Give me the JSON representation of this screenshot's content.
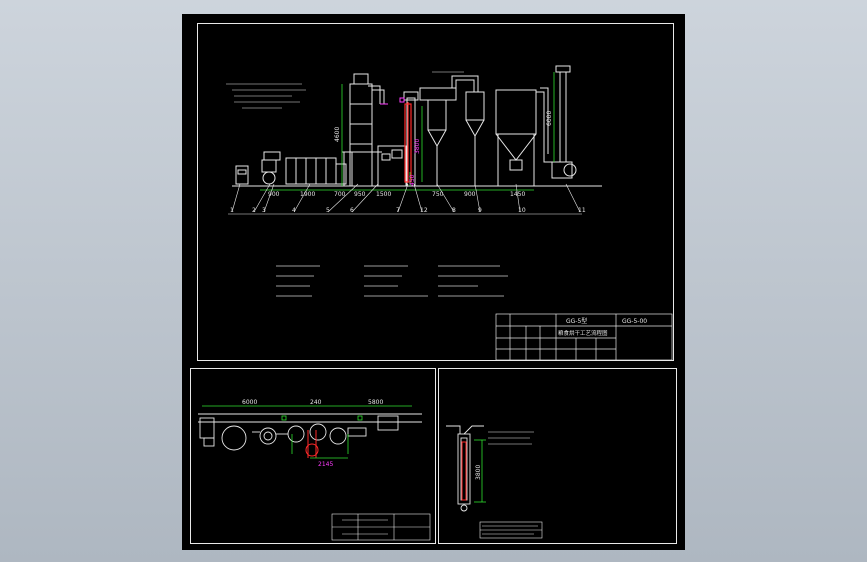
{
  "colors": {
    "background": "#000000",
    "line": "#e6e6e6",
    "dimension": "#2fe02f",
    "highlight": "#ff2a2a",
    "accent": "#ff3bff",
    "desktop": "#b9c2cc"
  },
  "main": {
    "dims_bottom": [
      "900",
      "1900",
      "700",
      "950",
      "1500",
      "750",
      "900",
      "1450"
    ],
    "dims_vertical": [
      "4600",
      "3800",
      "6000"
    ],
    "small_dim": "450",
    "part_numbers": [
      "1",
      "2",
      "3",
      "4",
      "5",
      "6",
      "7",
      "12",
      "8",
      "9",
      "10",
      "11"
    ],
    "title_code": "GG-5型",
    "title_name": "粮食烘干工艺流程图",
    "drawing_no": "GG-5-00"
  },
  "plan": {
    "dims": [
      "6000",
      "240",
      "5800",
      "2145"
    ]
  },
  "side": {
    "dims": [
      "3800"
    ]
  }
}
